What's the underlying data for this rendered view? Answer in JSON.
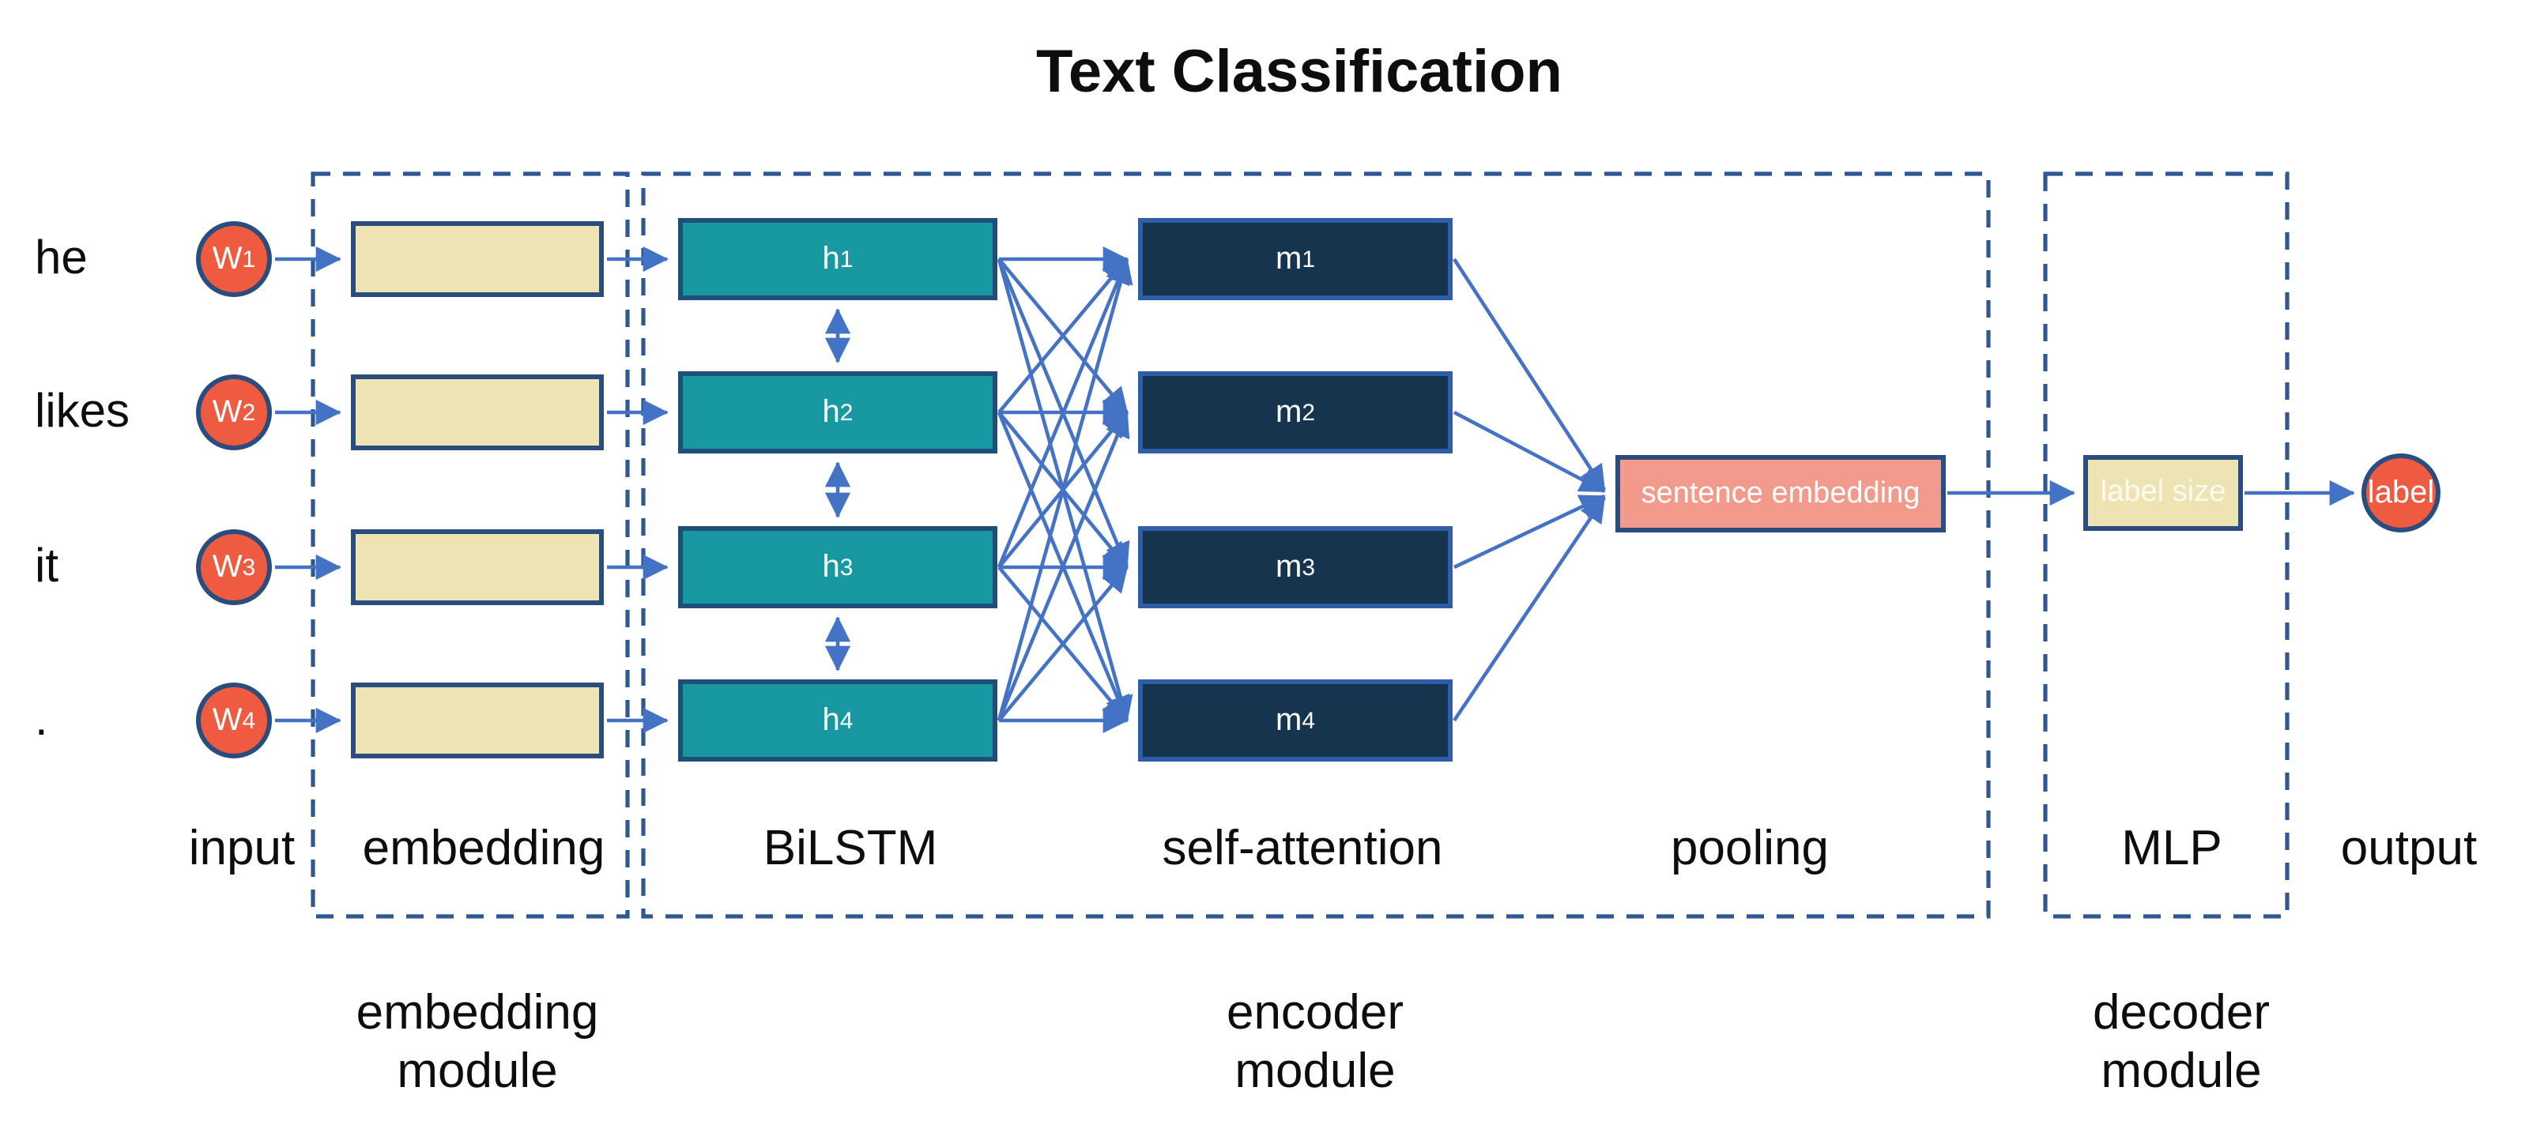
{
  "title": "Text Classification",
  "rows": [
    {
      "word": "he",
      "w_base": "W",
      "w_index": "1",
      "h_base": "h",
      "h_index": "1",
      "m_base": "m",
      "m_index": "1"
    },
    {
      "word": "likes",
      "w_base": "W",
      "w_index": "2",
      "h_base": "h",
      "h_index": "2",
      "m_base": "m",
      "m_index": "2"
    },
    {
      "word": "it",
      "w_base": "W",
      "w_index": "3",
      "h_base": "h",
      "h_index": "3",
      "m_base": "m",
      "m_index": "3"
    },
    {
      "word": ".",
      "w_base": "W",
      "w_index": "4",
      "h_base": "h",
      "h_index": "4",
      "m_base": "m",
      "m_index": "4"
    }
  ],
  "pooling_box": {
    "label": "sentence embedding"
  },
  "mlp_box": {
    "label": "label size"
  },
  "output_node": {
    "label": "label"
  },
  "section_labels": {
    "input": "input",
    "embedding": "embedding",
    "bilstm": "BiLSTM",
    "self_attention": "self-attention",
    "pooling": "pooling",
    "mlp": "MLP",
    "output": "output"
  },
  "module_labels": {
    "embedding": {
      "line1": "embedding",
      "line2": "module"
    },
    "encoder": {
      "line1": "encoder",
      "line2": "module"
    },
    "decoder": {
      "line1": "decoder",
      "line2": "module"
    }
  },
  "colors": {
    "orange": "#ee5b40",
    "teal": "#1898a1",
    "navy-fill": "#17344f",
    "mbox-border": "#2f5da8",
    "tan": "#eee3b2",
    "salmon": "#f29b8c",
    "navy-border": "#2a4d7e",
    "arrow-blue": "#4472c4",
    "dash-blue": "#2f5893"
  }
}
